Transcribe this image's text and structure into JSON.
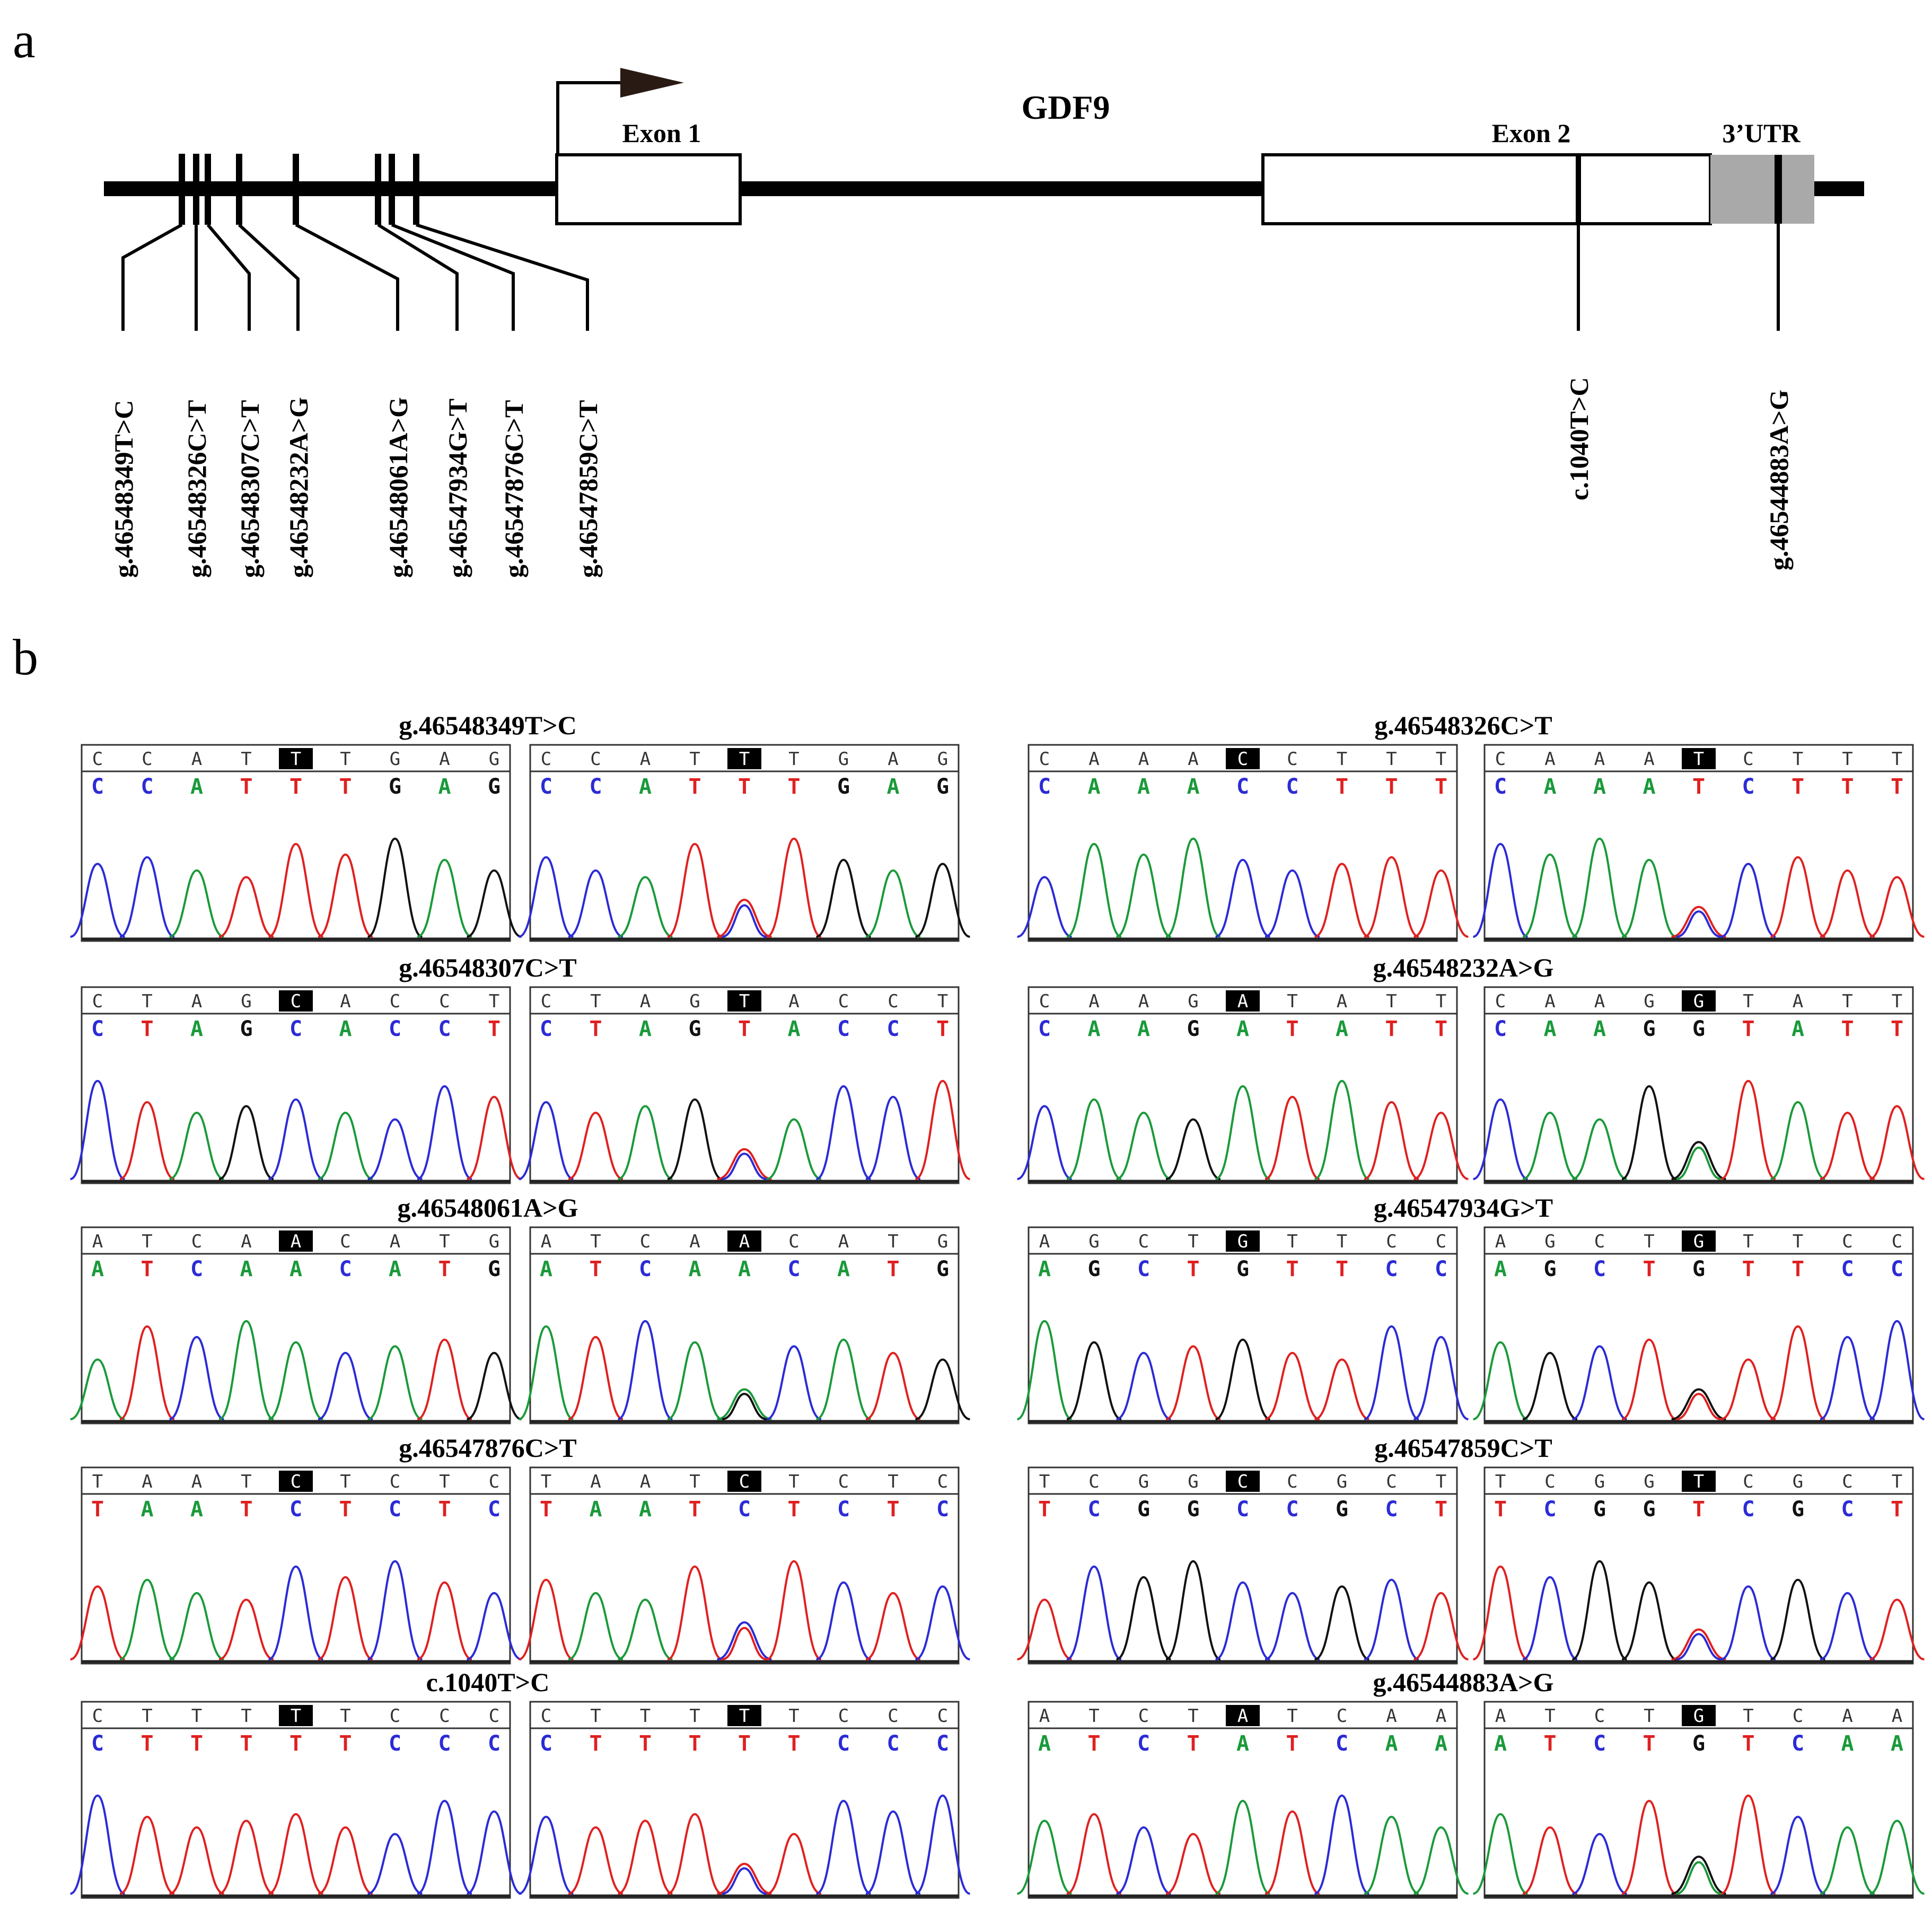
{
  "panel_a": {
    "label": "a",
    "gene": "GDF9",
    "exon1": "Exon 1",
    "exon2": "Exon 2",
    "utr": "3’UTR",
    "variants_upstream": [
      "g.46548349T>C",
      "g.46548326C>T",
      "g.46548307C>T",
      "g.46548232A>G",
      "g.46548061A>G",
      "g.46547934G>T",
      "g.46547876C>T",
      "g.46547859C>T"
    ],
    "variant_exon2": "c.1040T>C",
    "variant_utr": "g.46544883A>G"
  },
  "panel_b": {
    "label": "b",
    "base_colors": {
      "A": "#1a9a3a",
      "C": "#2b2bd6",
      "G": "#111111",
      "T": "#e02020"
    },
    "panels": [
      {
        "title": "g.46548349T>C",
        "left": {
          "top": [
            "C",
            "C",
            "A",
            "T",
            "T",
            "T",
            "G",
            "A",
            "G"
          ],
          "calls": [
            "C",
            "C",
            "A",
            "T",
            "T",
            "T",
            "G",
            "A",
            "G"
          ],
          "highlight": 4,
          "mixed": ""
        },
        "right": {
          "top": [
            "C",
            "C",
            "A",
            "T",
            "T",
            "T",
            "G",
            "A",
            "G"
          ],
          "calls": [
            "C",
            "C",
            "A",
            "T",
            "T",
            "T",
            "G",
            "A",
            "G"
          ],
          "highlight": 4,
          "mixed": "C"
        }
      },
      {
        "title": "g.46548326C>T",
        "left": {
          "top": [
            "C",
            "A",
            "A",
            "A",
            "C",
            "C",
            "T",
            "T",
            "T"
          ],
          "calls": [
            "C",
            "A",
            "A",
            "A",
            "C",
            "C",
            "T",
            "T",
            "T"
          ],
          "highlight": 4,
          "mixed": ""
        },
        "right": {
          "top": [
            "C",
            "A",
            "A",
            "A",
            "T",
            "C",
            "T",
            "T",
            "T"
          ],
          "calls": [
            "C",
            "A",
            "A",
            "A",
            "T",
            "C",
            "T",
            "T",
            "T"
          ],
          "highlight": 4,
          "mixed": "C"
        }
      },
      {
        "title": "g.46548307C>T",
        "left": {
          "top": [
            "C",
            "T",
            "A",
            "G",
            "C",
            "A",
            "C",
            "C",
            "T"
          ],
          "calls": [
            "C",
            "T",
            "A",
            "G",
            "C",
            "A",
            "C",
            "C",
            "T"
          ],
          "highlight": 4,
          "mixed": ""
        },
        "right": {
          "top": [
            "C",
            "T",
            "A",
            "G",
            "T",
            "A",
            "C",
            "C",
            "T"
          ],
          "calls": [
            "C",
            "T",
            "A",
            "G",
            "T",
            "A",
            "C",
            "C",
            "T"
          ],
          "highlight": 4,
          "mixed": "C"
        }
      },
      {
        "title": "g.46548232A>G",
        "left": {
          "top": [
            "C",
            "A",
            "A",
            "G",
            "A",
            "T",
            "A",
            "T",
            "T"
          ],
          "calls": [
            "C",
            "A",
            "A",
            "G",
            "A",
            "T",
            "A",
            "T",
            "T"
          ],
          "highlight": 4,
          "mixed": ""
        },
        "right": {
          "top": [
            "C",
            "A",
            "A",
            "G",
            "G",
            "T",
            "A",
            "T",
            "T"
          ],
          "calls": [
            "C",
            "A",
            "A",
            "G",
            "G",
            "T",
            "A",
            "T",
            "T"
          ],
          "highlight": 4,
          "mixed": "A"
        }
      },
      {
        "title": "g.46548061A>G",
        "left": {
          "top": [
            "A",
            "T",
            "C",
            "A",
            "A",
            "C",
            "A",
            "T",
            "G"
          ],
          "calls": [
            "A",
            "T",
            "C",
            "A",
            "A",
            "C",
            "A",
            "T",
            "G"
          ],
          "highlight": 4,
          "mixed": ""
        },
        "right": {
          "top": [
            "A",
            "T",
            "C",
            "A",
            "A",
            "C",
            "A",
            "T",
            "G"
          ],
          "calls": [
            "A",
            "T",
            "C",
            "A",
            "A",
            "C",
            "A",
            "T",
            "G"
          ],
          "highlight": 4,
          "mixed": "G"
        }
      },
      {
        "title": "g.46547934G>T",
        "left": {
          "top": [
            "A",
            "G",
            "C",
            "T",
            "G",
            "T",
            "T",
            "C",
            "C"
          ],
          "calls": [
            "A",
            "G",
            "C",
            "T",
            "G",
            "T",
            "T",
            "C",
            "C"
          ],
          "highlight": 4,
          "mixed": ""
        },
        "right": {
          "top": [
            "A",
            "G",
            "C",
            "T",
            "G",
            "T",
            "T",
            "C",
            "C"
          ],
          "calls": [
            "A",
            "G",
            "C",
            "T",
            "G",
            "T",
            "T",
            "C",
            "C"
          ],
          "highlight": 4,
          "mixed": "T"
        }
      },
      {
        "title": "g.46547876C>T",
        "left": {
          "top": [
            "T",
            "A",
            "A",
            "T",
            "C",
            "T",
            "C",
            "T",
            "C"
          ],
          "calls": [
            "T",
            "A",
            "A",
            "T",
            "C",
            "T",
            "C",
            "T",
            "C"
          ],
          "highlight": 4,
          "mixed": ""
        },
        "right": {
          "top": [
            "T",
            "A",
            "A",
            "T",
            "C",
            "T",
            "C",
            "T",
            "C"
          ],
          "calls": [
            "T",
            "A",
            "A",
            "T",
            "C",
            "T",
            "C",
            "T",
            "C"
          ],
          "highlight": 4,
          "mixed": "T"
        }
      },
      {
        "title": "g.46547859C>T",
        "left": {
          "top": [
            "T",
            "C",
            "G",
            "G",
            "C",
            "C",
            "G",
            "C",
            "T"
          ],
          "calls": [
            "T",
            "C",
            "G",
            "G",
            "C",
            "C",
            "G",
            "C",
            "T"
          ],
          "highlight": 4,
          "mixed": ""
        },
        "right": {
          "top": [
            "T",
            "C",
            "G",
            "G",
            "T",
            "C",
            "G",
            "C",
            "T"
          ],
          "calls": [
            "T",
            "C",
            "G",
            "G",
            "T",
            "C",
            "G",
            "C",
            "T"
          ],
          "highlight": 4,
          "mixed": "C"
        }
      },
      {
        "title": "c.1040T>C",
        "left": {
          "top": [
            "C",
            "T",
            "T",
            "T",
            "T",
            "T",
            "C",
            "C",
            "C"
          ],
          "calls": [
            "C",
            "T",
            "T",
            "T",
            "T",
            "T",
            "C",
            "C",
            "C"
          ],
          "highlight": 4,
          "mixed": ""
        },
        "right": {
          "top": [
            "C",
            "T",
            "T",
            "T",
            "T",
            "T",
            "C",
            "C",
            "C"
          ],
          "calls": [
            "C",
            "T",
            "T",
            "T",
            "T",
            "T",
            "C",
            "C",
            "C"
          ],
          "highlight": 4,
          "mixed": "C"
        }
      },
      {
        "title": "g.46544883A>G",
        "left": {
          "top": [
            "A",
            "T",
            "C",
            "T",
            "A",
            "T",
            "C",
            "A",
            "A"
          ],
          "calls": [
            "A",
            "T",
            "C",
            "T",
            "A",
            "T",
            "C",
            "A",
            "A"
          ],
          "highlight": 4,
          "mixed": ""
        },
        "right": {
          "top": [
            "A",
            "T",
            "C",
            "T",
            "G",
            "T",
            "C",
            "A",
            "A"
          ],
          "calls": [
            "A",
            "T",
            "C",
            "T",
            "G",
            "T",
            "C",
            "A",
            "A"
          ],
          "highlight": 4,
          "mixed": "A"
        }
      }
    ]
  }
}
